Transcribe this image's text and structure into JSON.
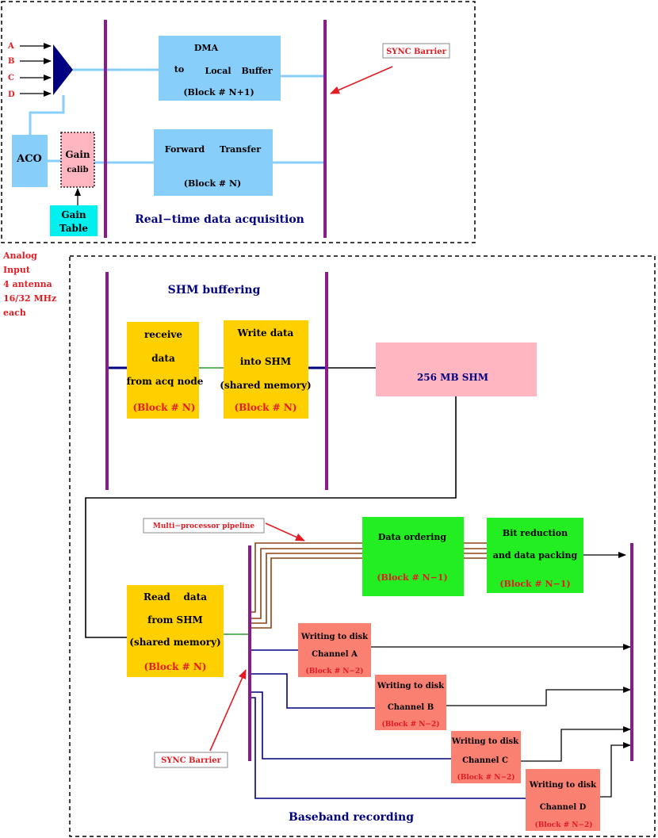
{
  "input_labels": [
    "A",
    "B",
    "C",
    "D"
  ],
  "analog_input": [
    "Analog",
    "Input",
    "4 antenna",
    "16/32 MHz",
    "each"
  ],
  "aco": "ACO",
  "gain_calib": [
    "Gain",
    "calib"
  ],
  "gain_table": [
    "Gain",
    "Table"
  ],
  "dma": {
    "line1": "DMA",
    "to": "to",
    "local": "Local",
    "buffer": "Buffer",
    "block": "(Block # N+1)"
  },
  "forward": {
    "line1a": "Forward",
    "line1b": "Transfer",
    "block": "(Block # N)"
  },
  "sync_barrier_top": "SYNC Barrier",
  "rt_title": "Real−time data acquisition",
  "shm_title": "SHM buffering",
  "receive": {
    "lines": [
      "receive",
      "data",
      "from acq node"
    ],
    "block": "(Block # N)"
  },
  "write_shm": {
    "lines": [
      "Write  data",
      "into SHM",
      "(shared memory)"
    ],
    "block": "(Block # N)"
  },
  "shm_size": "256 MB SHM",
  "multi_pipeline": "Multi−processor pipeline",
  "read_shm": {
    "lines": [
      "Read    data",
      "from SHM",
      "(shared memory)"
    ],
    "block": "(Block # N)"
  },
  "data_ordering": {
    "line": "Data ordering",
    "block": "(Block # N−1)"
  },
  "bit_reduction": {
    "lines": [
      "Bit reduction",
      "and data packing"
    ],
    "block": "(Block # N−1)"
  },
  "disks": [
    {
      "line1": "Writing to disk",
      "line2": "Channel A",
      "block": "(Block # N−2)"
    },
    {
      "line1": "Writing to disk",
      "line2": "Channel B",
      "block": "(Block # N−2)"
    },
    {
      "line1": "Writing to disk",
      "line2": "Channel C",
      "block": "(Block # N−2)"
    },
    {
      "line1": "Writing to disk",
      "line2": "Channel D",
      "block": "(Block # N−2)"
    }
  ],
  "sync_barrier_bottom": "SYNC Barrier",
  "baseband_title": "Baseband recording",
  "colors": {
    "purple": "#8b1a8b",
    "blue_box": "#87cefa",
    "light_line": "#87cefa",
    "yellow": "#ffd000",
    "pink": "#ffb6c1",
    "salmon": "#fa8072",
    "green": "#22ee22",
    "red": "#e31c23",
    "navy": "#000080",
    "brown": "#8b4513",
    "cyan": "#00f0f0"
  }
}
